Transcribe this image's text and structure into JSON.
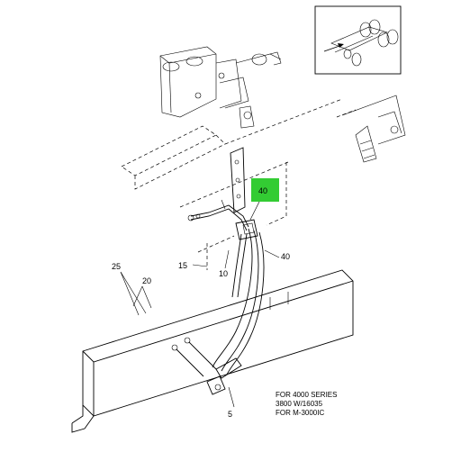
{
  "diagram": {
    "callouts": {
      "c40_highlight": "40",
      "c40": "40",
      "c15": "15",
      "c10": "10",
      "c25": "25",
      "c20": "20",
      "c5": "5"
    },
    "highlight_color": "#33cc33",
    "note": {
      "line1": "FOR 4000 SERIES",
      "line2": "3800 W/16035",
      "line3": "FOR M-3000IC"
    }
  }
}
